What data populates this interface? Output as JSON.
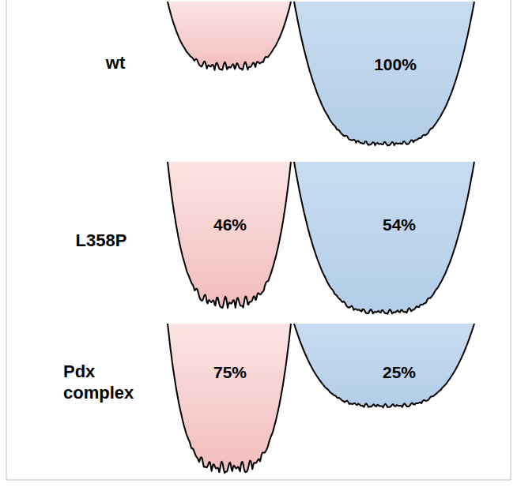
{
  "diagram": {
    "nodes": [
      {
        "text": [
          "100%"
        ]
      },
      {
        "text": [
          "46%"
        ]
      },
      {
        "text": [
          "54%"
        ]
      },
      {
        "text": [
          "75%"
        ]
      },
      {
        "text": [
          "25%"
        ]
      }
    ],
    "labels": [
      "wt",
      "L358P",
      "Pdx complex"
    ]
  }
}
